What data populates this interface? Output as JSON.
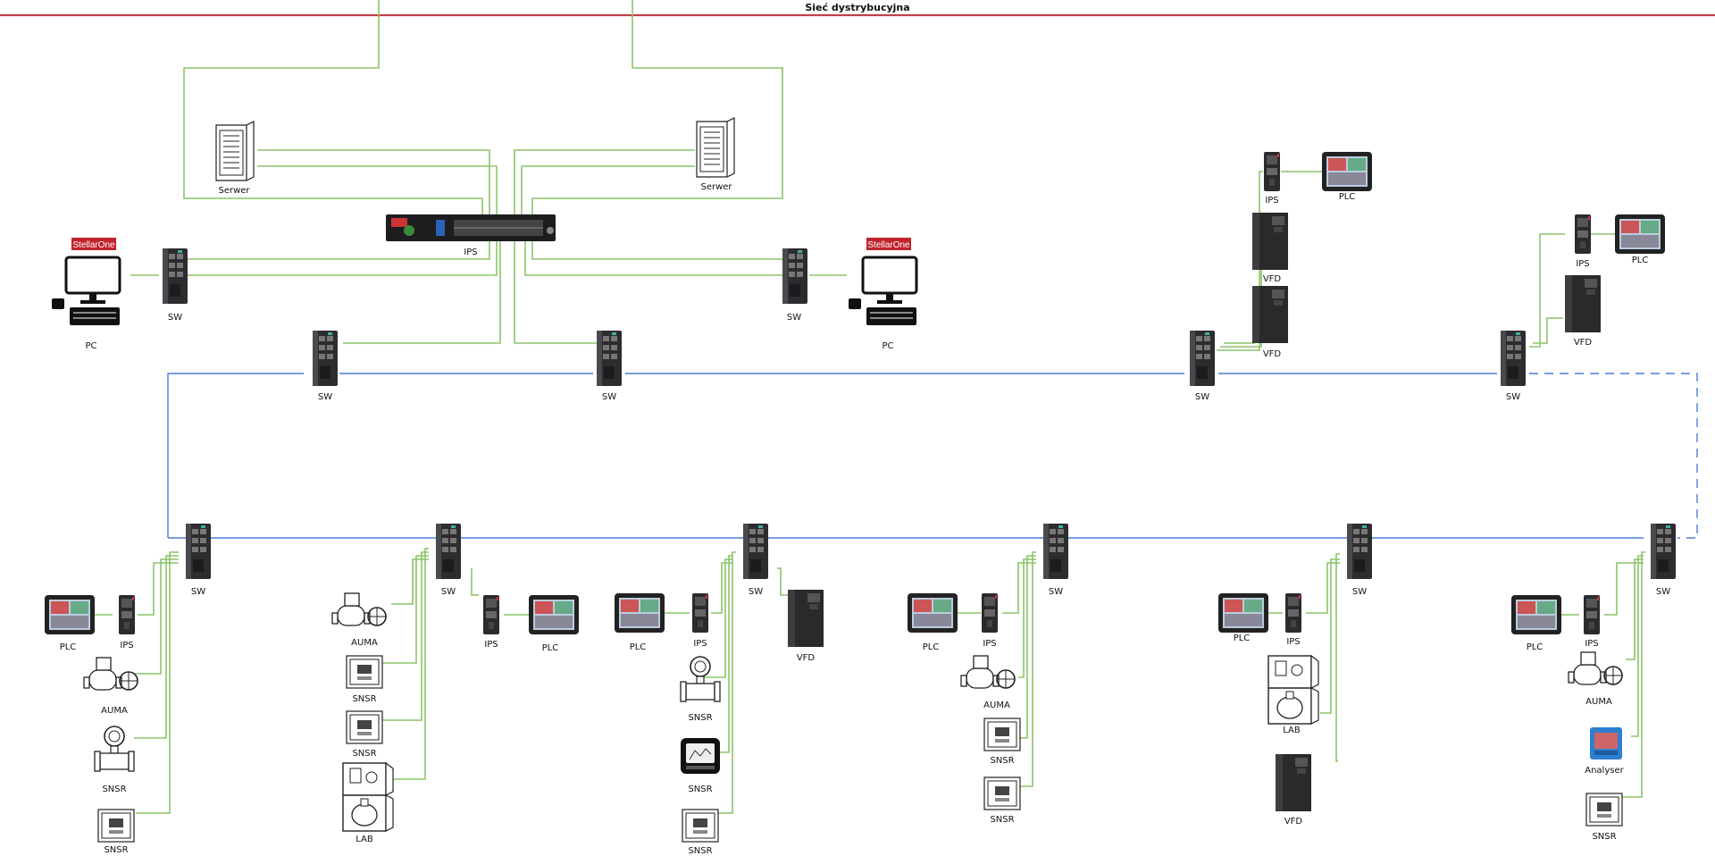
{
  "title": "Sieć dystrybucyjna",
  "labels": {
    "serwer": "Serwer",
    "ips": "IPS",
    "sw": "SW",
    "pc": "PC",
    "plc": "PLC",
    "vfd": "VFD",
    "auma": "AUMA",
    "snsr": "SNSR",
    "lab": "LAB",
    "analyser": "Analyser",
    "brand": "StellarOne"
  },
  "colors": {
    "distribution_line": "#c0404a",
    "green_link": "#8cc46a",
    "blue_ring": "#4a7fd0",
    "brand_bg": "#c0232c"
  }
}
